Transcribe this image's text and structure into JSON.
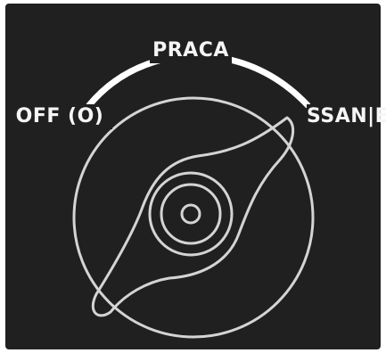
{
  "selector": {
    "positions": {
      "off": "OFF (O)",
      "work": "PRACA",
      "suction": "SSAN|E"
    },
    "colors": {
      "background": "#202020",
      "line": "#d9d9d9",
      "arc": "#ffffff",
      "text": "#f5f5f5"
    },
    "icons": {
      "knob": "rotary-knob-icon",
      "arc": "position-arc"
    }
  }
}
